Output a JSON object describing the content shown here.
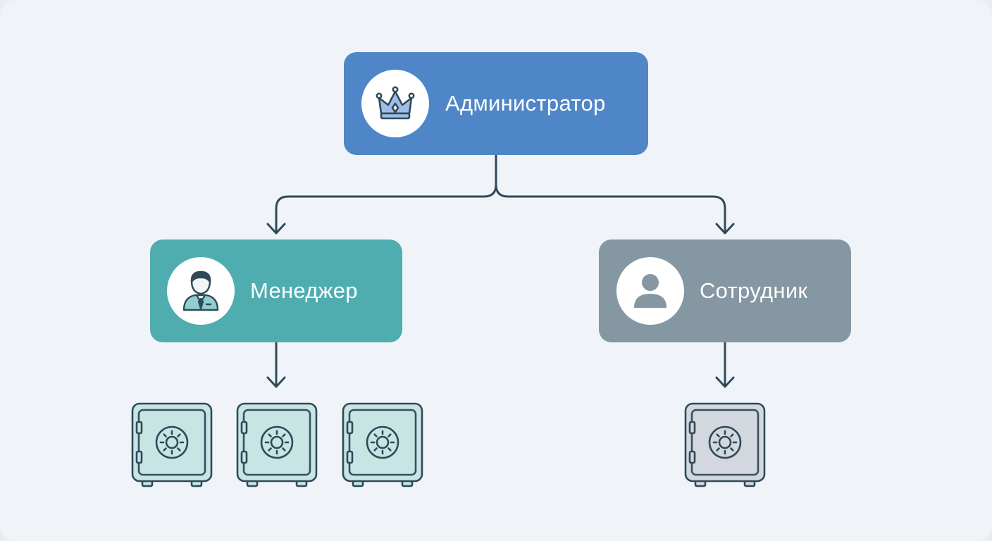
{
  "colors": {
    "background": "#f0f4f9",
    "admin": "#4f86c8",
    "manager": "#4fadb0",
    "employee": "#8597a3",
    "connector": "#2f4a58",
    "safe_manager_fill": "#c6e5e3",
    "safe_employee_fill": "#d2d8dd"
  },
  "roles": {
    "admin": {
      "label": "Администратор",
      "icon": "crown-icon"
    },
    "manager": {
      "label": "Менеджер",
      "icon": "manager-person-tie-icon"
    },
    "employee": {
      "label": "Сотрудник",
      "icon": "employee-person-icon"
    }
  },
  "resources": {
    "manager_safes": 3,
    "employee_safes": 1,
    "icon": "safe-icon"
  }
}
